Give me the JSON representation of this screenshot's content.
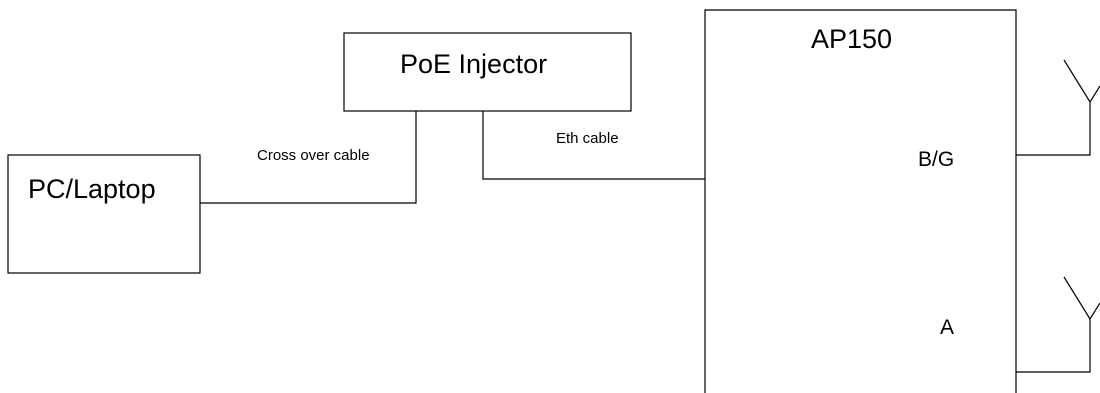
{
  "diagram": {
    "nodes": {
      "pc": {
        "label": "PC/Laptop"
      },
      "injector": {
        "label": "PoE Injector"
      },
      "ap": {
        "label": "AP150"
      }
    },
    "ports": {
      "bg": {
        "label": "B/G"
      },
      "a": {
        "label": "A"
      }
    },
    "cables": {
      "cross": {
        "label": "Cross over cable"
      },
      "eth": {
        "label": "Eth cable"
      }
    },
    "antennas": [
      {
        "id": "antenna-bg"
      },
      {
        "id": "antenna-a"
      }
    ]
  }
}
